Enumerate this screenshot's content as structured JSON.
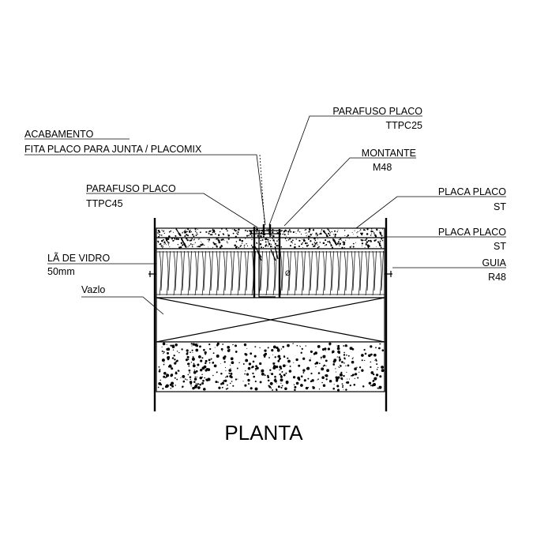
{
  "title": "PLANTA",
  "labels": {
    "acabamento": "ACABAMENTO",
    "fita": "FITA PLACO PARA JUNTA / PLACOMIX",
    "parafuso_top_name": "PARAFUSO PLACO",
    "parafuso_top_code": "TTPC25",
    "montante_name": "MONTANTE",
    "montante_code": "M48",
    "parafuso_left_name": "PARAFUSO PLACO",
    "parafuso_left_code": "TTPC45",
    "placa1_name": "PLACA PLACO",
    "placa1_code": "ST",
    "placa2_name": "PLACA PLACO",
    "placa2_code": "ST",
    "la_name": "LÃ DE VIDRO",
    "la_size": "50mm",
    "guia_name": "GUIA",
    "guia_code": "R48",
    "vazio": "Vazlo"
  },
  "icons": {
    "diameter_symbol": "Ø"
  }
}
